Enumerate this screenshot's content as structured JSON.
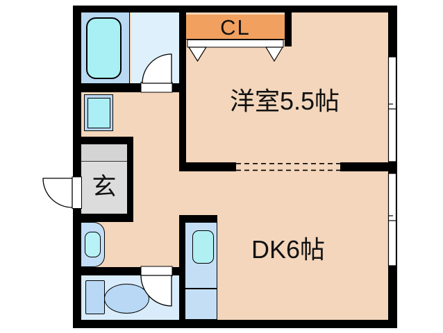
{
  "plan_title": "1DK apartment floor plan",
  "rooms": {
    "western_room": {
      "label": "洋室5.5帖"
    },
    "dining_kitchen": {
      "label": "DK6帖"
    },
    "entrance": {
      "label": "玄"
    },
    "closet": {
      "label": "CL"
    }
  },
  "fixtures": {
    "bathtub": "bathtub",
    "washer_pan": "washing-machine-pan",
    "washbasin": "washbasin",
    "toilet": "toilet",
    "kitchen_sink": "kitchen-sink-unit"
  },
  "symbols": {
    "doors": [
      "bathroom-swing-door",
      "toilet-swing-door",
      "entrance-swing-door-outward"
    ],
    "windows": [
      "western-room-sliding-window",
      "dk-sliding-window"
    ],
    "partition": "dashed-open-partition between 洋室 and DK",
    "closet_door": "folding-door with two down arrows"
  },
  "colors": {
    "wall": "#000000",
    "floor_peach": "#f3d6bb",
    "closet_orange": "#f2a05f",
    "bath_surround_blue": "#b9d9f2",
    "bathtub_cyan": "#a9f0f4",
    "bath_floor_blue": "#def0fb",
    "toilet_floor_blue": "#d9ecfb",
    "fixture_blue": "#c4def5",
    "sink_cyan": "#b0f0f2",
    "entrance_gray": "#d9d9d9"
  }
}
